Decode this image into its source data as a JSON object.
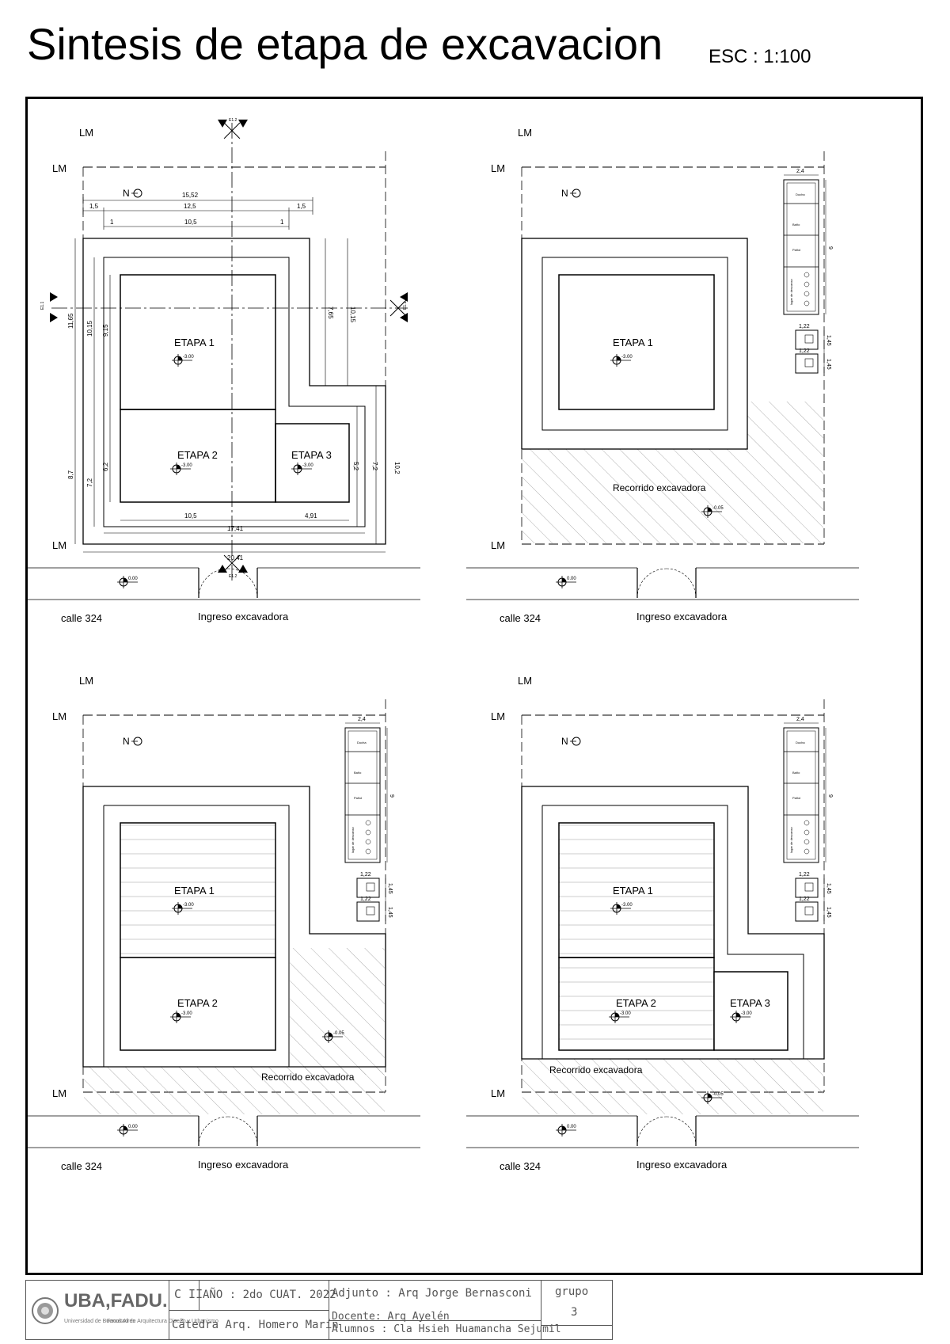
{
  "title": "Sintesis de etapa de excavacion",
  "scale": "ESC : 1:100",
  "labels": {
    "lm": "LM",
    "north": "N",
    "street": "calle 324",
    "entry": "Ingreso excavadora",
    "route": "Recorrido excavadora",
    "etapa1": "ETAPA 1",
    "etapa2": "ETAPA 2",
    "etapa3": "ETAPA 3",
    "level_exc": "-3.00",
    "level_street": "0.00",
    "level_route": "-0.05",
    "cut1": "E1.1",
    "cut2": "E1.2",
    "ducha": "Ducha",
    "bano": "Baño",
    "panol": "Pañol",
    "lugar": "lugar de descanso"
  },
  "dims": {
    "d1552": "15,52",
    "d15": "1,5",
    "d125": "12,5",
    "d1": "1",
    "d105": "10,5",
    "d1165": "11,65",
    "d1015": "10,15",
    "d915": "9,15",
    "d87": "8,7",
    "d72": "7,2",
    "d62": "6,2",
    "d765": "7,65",
    "d52": "5,2",
    "d102": "10,2",
    "d491": "4,91",
    "d1741": "17,41",
    "d2041": "20,41",
    "d24": "2,4",
    "d9": "9",
    "d122": "1,22",
    "d145": "1,45"
  },
  "title_block": {
    "logo": "UBA,FADU.",
    "logo_sub1": "Universidad de Buenos Aires",
    "logo_sub2": "Facultad de Arquitectura Diseño y Urbanismo",
    "c": "C II",
    "year": "AÑO : 2do CUAT. 2022",
    "catedra": "Cátedra Arq. Homero Marín",
    "adjunto": "Adjunto : Arq Jorge Bernasconi",
    "docente": "Docente: Arq Ayelén",
    "alumnos": "Alumnos : Cla Hsieh Huamancha Sejumil",
    "grupo_label": "grupo",
    "grupo": "3"
  },
  "colors": {
    "line": "#000000",
    "hatch": "#999999",
    "frame": "#000000"
  }
}
